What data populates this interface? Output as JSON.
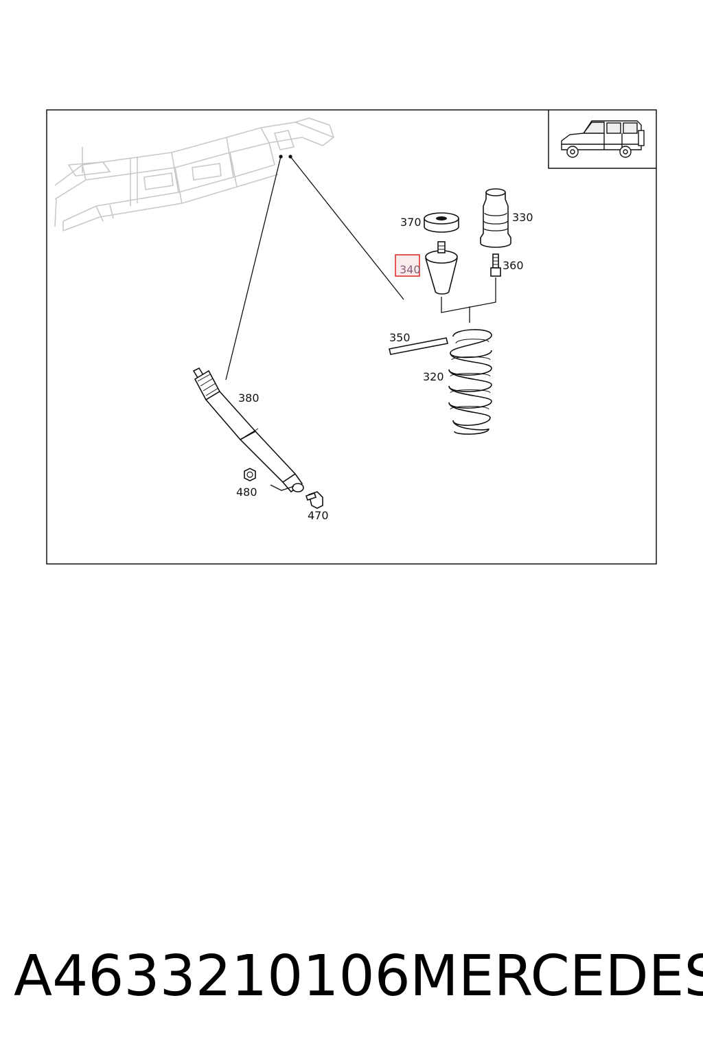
{
  "diagram": {
    "callouts": {
      "c370": "370",
      "c330": "330",
      "c340": "340",
      "c360": "360",
      "c350": "350",
      "c320": "320",
      "c380": "380",
      "c480": "480",
      "c470": "470"
    },
    "highlighted_callout": "340",
    "highlight_color": "#e03030"
  },
  "footer": {
    "part_number": "A4633210106",
    "brand": "MERCEDES"
  }
}
